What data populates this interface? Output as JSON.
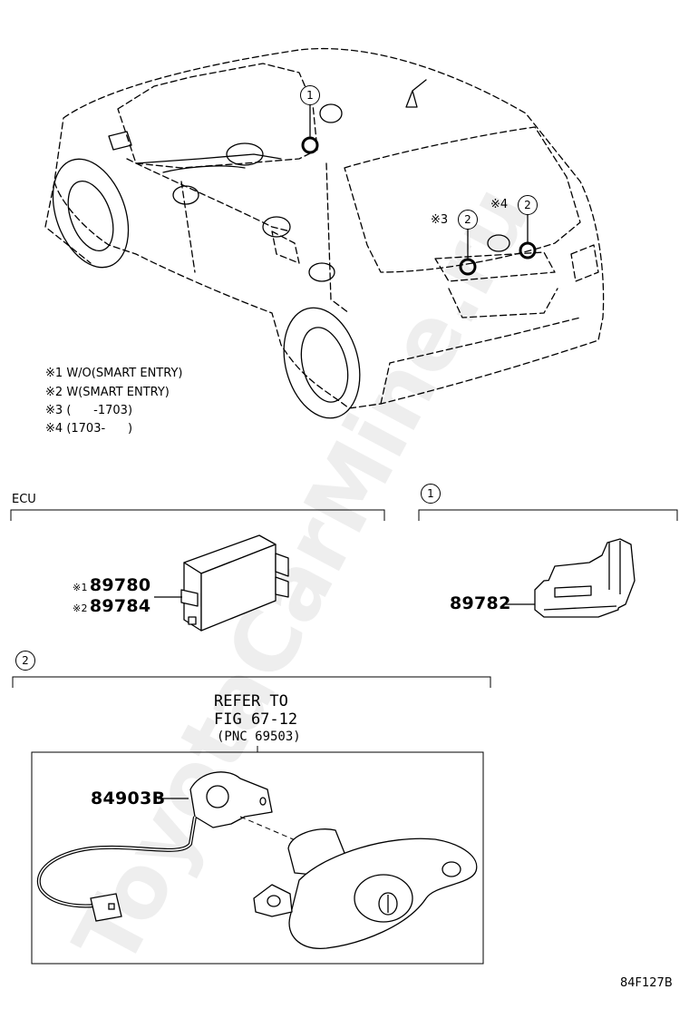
{
  "notes": [
    {
      "mark": "※1",
      "text": "W/O(SMART ENTRY)"
    },
    {
      "mark": "※2",
      "text": "W(SMART ENTRY)"
    },
    {
      "mark": "※3",
      "text": "(      -1703)"
    },
    {
      "mark": "※4",
      "text": "(1703-      )"
    }
  ],
  "car_callouts": {
    "c1": "1",
    "c2a": "2",
    "c2b": "2",
    "mark3": "※3",
    "mark4": "※4"
  },
  "sections": {
    "ecu": {
      "title": "ECU"
    },
    "s1": {
      "number": "1"
    },
    "s2": {
      "number": "2"
    }
  },
  "parts": {
    "ecu_a": {
      "mark": "※1",
      "number": "89780"
    },
    "ecu_b": {
      "mark": "※2",
      "number": "89784"
    },
    "sensor": {
      "number": "89782"
    },
    "switch": {
      "number": "84903B"
    }
  },
  "refer": {
    "line1": "REFER TO",
    "line2": "FIG 67-12",
    "line3": "(PNC 69503)"
  },
  "diagram_code": "84F127B",
  "watermark": "ToyotaCarMine.ru"
}
